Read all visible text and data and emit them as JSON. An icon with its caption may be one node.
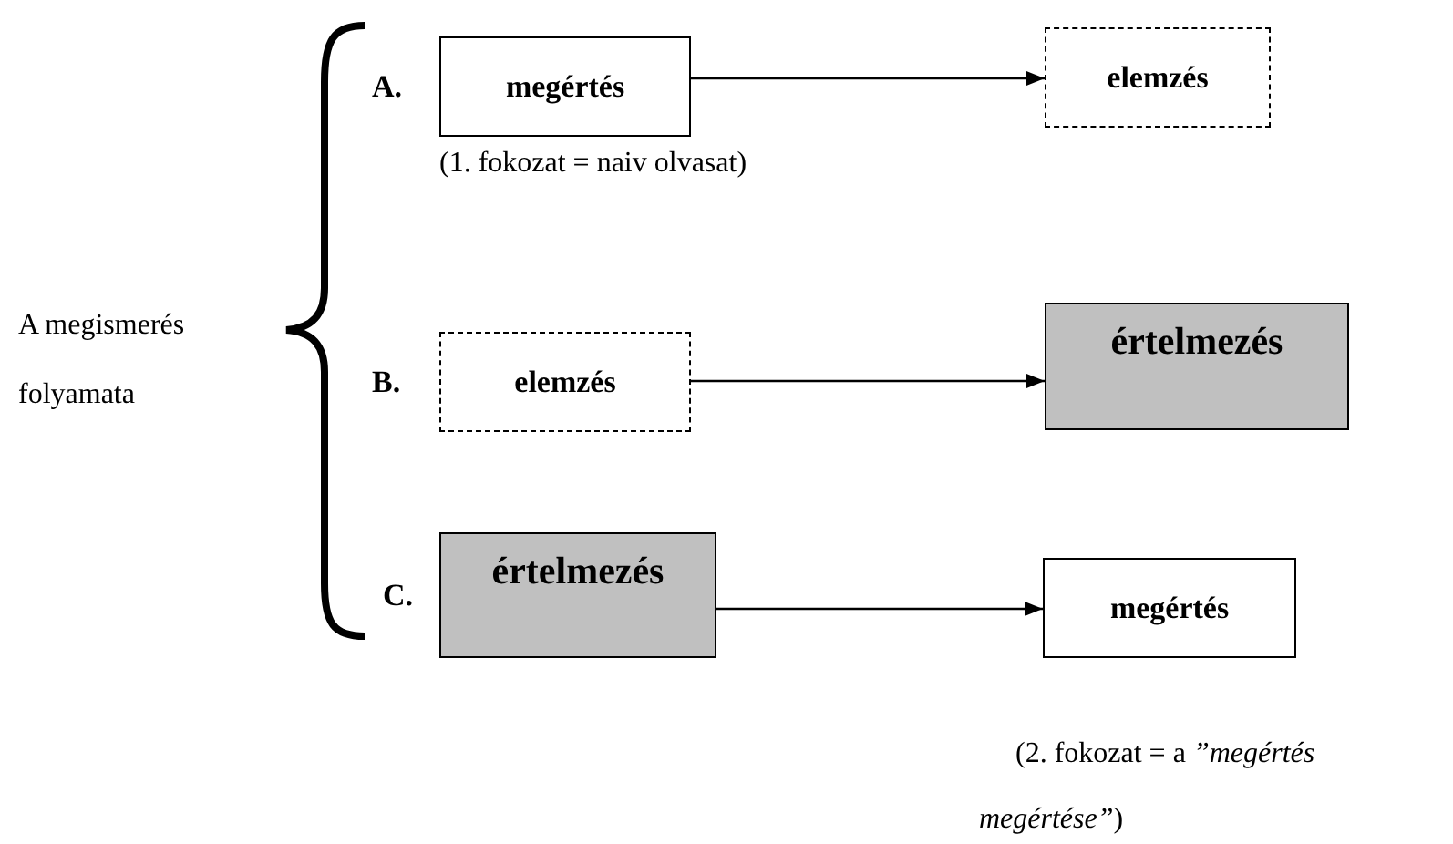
{
  "diagram": {
    "nodes": [
      {
        "text": [
          "megértés"
        ],
        "beside": [
          "(1. fokozat = naiv olvasat)"
        ]
      },
      {
        "text": [
          "elemzés"
        ]
      },
      {
        "text": [
          "elemzés"
        ]
      },
      {
        "text": [
          "értelmezés"
        ]
      },
      {
        "text": [
          "értelmezés"
        ]
      },
      {
        "text": [
          "megértés"
        ]
      }
    ],
    "edges": [
      {
        "from": 0,
        "to": 1,
        "arrow": "to"
      },
      {
        "from": 2,
        "to": 3,
        "arrow": "to"
      },
      {
        "from": 4,
        "to": 5,
        "arrow": "to"
      }
    ],
    "labels": [
      "A megismerés folyamata",
      "A.",
      "B.",
      "C.",
      "(2. fokozat = a *”megértés megértése”*)"
    ]
  }
}
